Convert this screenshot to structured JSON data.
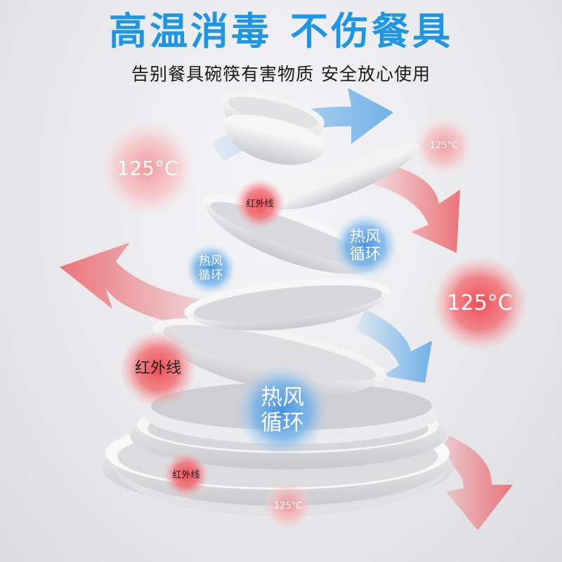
{
  "header": {
    "title_part1": "高温消毒",
    "title_part2": "不伤餐具",
    "subtitle_part1": "告别餐具碗筷有害物质",
    "subtitle_part2": "安全放心使用"
  },
  "badges": {
    "temp_left": "125°C",
    "temp_top_right": "125°C",
    "temp_right": "125°C",
    "temp_bottom": "125°C",
    "infrared_top": "红外线",
    "infrared_left": "红外线",
    "infrared_bottom": "红外线",
    "hot_air_right": "热风\n循环",
    "hot_air_left": "热风\n循环",
    "hot_air_center": "热风\n循环"
  },
  "colors": {
    "title_blue": "#1e96e6",
    "arrow_red": "#ec6e73",
    "arrow_blue": "#6aaee8",
    "badge_red": "#ef5f66",
    "badge_blue": "#5a9fe6"
  }
}
